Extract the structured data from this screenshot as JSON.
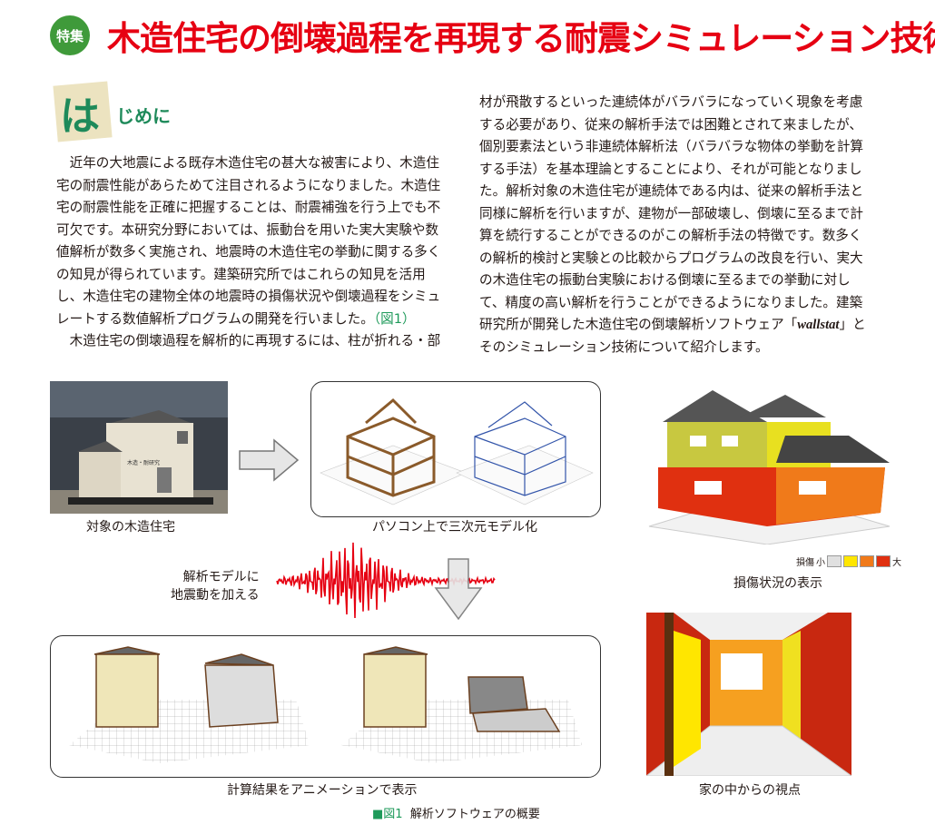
{
  "header": {
    "badge": "特集",
    "title": "木造住宅の倒壊過程を再現する耐震シミュレーション技術"
  },
  "section": {
    "heading_big": "は",
    "heading_rest": "じめに"
  },
  "body": {
    "left_lines": [
      "　近年の大地震による既存木造住宅の甚大な被害により、木造住",
      "宅の耐震性能があらためて注目されるようになりました。木造住",
      "宅の耐震性能を正確に把握することは、耐震補強を行う上でも不",
      "可欠です。本研究分野においては、振動台を用いた実大実験や数",
      "値解析が数多く実施され、地震時の木造住宅の挙動に関する多く",
      "の知見が得られています。建築研究所ではこれらの知見を活用",
      "し、木造住宅の建物全体の地震時の損傷状況や倒壊過程をシミュ",
      "レートする数値解析プログラムの開発を行いました。",
      "　木造住宅の倒壊過程を解析的に再現するには、柱が折れる・部"
    ],
    "fig_ref": "（図1）",
    "right_lines": [
      "材が飛散するといった連続体がバラバラになっていく現象を考慮",
      "する必要があり、従来の解析手法では困難とされて来ましたが、",
      "個別要素法という非連続体解析法（バラバラな物体の挙動を計算",
      "する手法）を基本理論とすることにより、それが可能となりまし",
      "た。解析対象の木造住宅が連続体である内は、従来の解析手法と",
      "同様に解析を行いますが、建物が一部破壊し、倒壊に至るまで計",
      "算を続行することができるのがこの解析手法の特徴です。数多く",
      "の解析的検討と実験との比較からプログラムの改良を行い、実大",
      "の木造住宅の振動台実験における倒壊に至るまでの挙動に対し",
      "て、精度の高い解析を行うことができるようになりました。建築",
      "研究所が開発した木造住宅の倒壊解析ソフトウェア「",
      "」と",
      "そのシミュレーション技術について紹介します。"
    ],
    "software_name": "wallstat"
  },
  "figure": {
    "photo_sign": "木造・耐研究",
    "cap_target": "対象の木造住宅",
    "cap_model": "パソコン上で三次元モデル化",
    "cap_damage": "損傷状況の表示",
    "legend_label": "損傷",
    "legend_small": "小",
    "legend_large": "大",
    "legend_colors": [
      "#e0e0e0",
      "#ffe600",
      "#f07a1a",
      "#e03010"
    ],
    "quake_line1": "解析モデルに",
    "quake_line2": "地震動を加える",
    "cap_animation": "計算結果をアニメーションで表示",
    "cap_interior": "家の中からの視点",
    "fig_mark": "■図1",
    "fig_title": "解析ソフトウェアの概要"
  },
  "colors": {
    "title_red": "#e60012",
    "accent_green": "#1e8a5a",
    "badge_green": "#3f9a3a"
  }
}
